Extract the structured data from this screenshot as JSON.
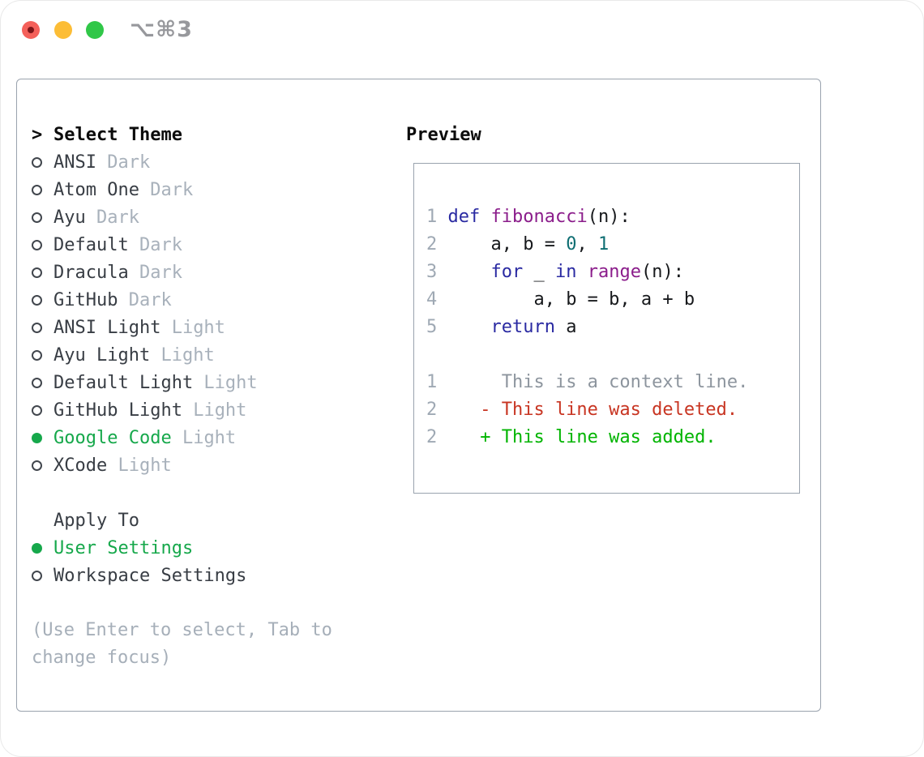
{
  "window": {
    "title": "⌥⌘3",
    "traffic_lights": [
      "close-button",
      "minimize-button",
      "zoom-button"
    ]
  },
  "theme_selector": {
    "prompt": ">",
    "title": "Select Theme",
    "options": [
      {
        "name": "ANSI",
        "tag": "Dark",
        "selected": false
      },
      {
        "name": "Atom One",
        "tag": "Dark",
        "selected": false
      },
      {
        "name": "Ayu",
        "tag": "Dark",
        "selected": false
      },
      {
        "name": "Default",
        "tag": "Dark",
        "selected": false
      },
      {
        "name": "Dracula",
        "tag": "Dark",
        "selected": false
      },
      {
        "name": "GitHub",
        "tag": "Dark",
        "selected": false
      },
      {
        "name": "ANSI Light",
        "tag": "Light",
        "selected": false
      },
      {
        "name": "Ayu Light",
        "tag": "Light",
        "selected": false
      },
      {
        "name": "Default Light",
        "tag": "Light",
        "selected": false
      },
      {
        "name": "GitHub Light",
        "tag": "Light",
        "selected": false
      },
      {
        "name": "Google Code",
        "tag": "Light",
        "selected": true
      },
      {
        "name": "XCode",
        "tag": "Light",
        "selected": false
      }
    ]
  },
  "apply_to": {
    "title": "Apply To",
    "options": [
      {
        "name": "User Settings",
        "selected": true
      },
      {
        "name": "Workspace Settings",
        "selected": false
      }
    ]
  },
  "hint": "(Use Enter to select, Tab to\nchange focus)",
  "preview": {
    "title": "Preview",
    "lines": [
      [
        {
          "c": "num",
          "t": "1"
        },
        {
          "c": "pln",
          "t": " "
        },
        {
          "c": "kwd",
          "t": "def"
        },
        {
          "c": "pln",
          "t": " "
        },
        {
          "c": "typ",
          "t": "fibonacci"
        },
        {
          "c": "pln",
          "t": "(n):"
        }
      ],
      [
        {
          "c": "num",
          "t": "2"
        },
        {
          "c": "pln",
          "t": "     a, b = "
        },
        {
          "c": "lit",
          "t": "0"
        },
        {
          "c": "pln",
          "t": ", "
        },
        {
          "c": "lit",
          "t": "1"
        }
      ],
      [
        {
          "c": "num",
          "t": "3"
        },
        {
          "c": "pln",
          "t": "     "
        },
        {
          "c": "kwd",
          "t": "for"
        },
        {
          "c": "pln",
          "t": " _ "
        },
        {
          "c": "kwd",
          "t": "in"
        },
        {
          "c": "pln",
          "t": " "
        },
        {
          "c": "typ",
          "t": "range"
        },
        {
          "c": "pln",
          "t": "(n):"
        }
      ],
      [
        {
          "c": "num",
          "t": "4"
        },
        {
          "c": "pln",
          "t": "         a, b = b, a + b"
        }
      ],
      [
        {
          "c": "num",
          "t": "5"
        },
        {
          "c": "pln",
          "t": "     "
        },
        {
          "c": "kwd",
          "t": "return"
        },
        {
          "c": "pln",
          "t": " a"
        }
      ],
      [],
      [
        {
          "c": "num",
          "t": "1"
        },
        {
          "c": "ctx",
          "t": "      This is a context line."
        }
      ],
      [
        {
          "c": "num",
          "t": "2"
        },
        {
          "c": "del",
          "t": "    - This line was deleted."
        }
      ],
      [
        {
          "c": "num",
          "t": "2"
        },
        {
          "c": "add",
          "t": "    + This line was added."
        }
      ]
    ]
  },
  "colors": {
    "selection_green": "#16a84b",
    "added_green": "#00b400",
    "deleted_red": "#c83522",
    "keyword_blue": "#2a2aa2",
    "function_purple": "#8b1d8b",
    "literal_teal": "#0e6e72",
    "muted_gray": "#a6afb9",
    "border_gray": "#9aa3ae"
  }
}
